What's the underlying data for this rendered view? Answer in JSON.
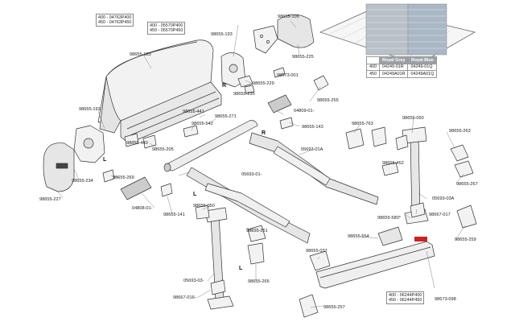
{
  "parts": {
    "l_98655_183": "98655-183",
    "l_98655_193a": "98655-193",
    "l_98655_106": "98655-106",
    "l_98655_225": "98655-225",
    "l_98655_229": "98655-229",
    "l_98673_001": "98673-001",
    "l_98655_235": "98655-235",
    "l_98655_255": "98655-255",
    "l_04809_01": "04809-01-",
    "l_98655_143": "98655-143",
    "l_98655_193b": "98655-193",
    "l_98655_441": "98655-441",
    "l_98655_271": "98655-271",
    "l_98655_542": "98655-542",
    "l_98655_440": "98655-440",
    "l_98655_205": "98655-205",
    "l_98655_234": "98655-234",
    "l_98655_227": "98655-227",
    "l_98655_269": "98655-269",
    "l_04808_01": "04808-01-",
    "l_98655_141": "98655-141",
    "l_05693_01": "05693-01-",
    "l_05693_01a": "05693-01A",
    "l_98655_763": "98655-763",
    "l_98655_050a": "98655-050",
    "l_98655_263": "98655-263",
    "l_98655_452": "98655-452",
    "l_98655_267": "98655-267",
    "l_05693_03a": "05693-03A",
    "l_98655_580": "98655-580*",
    "l_98667_017": "98667-017",
    "l_98655_050b": "98655-050",
    "l_98655_261": "98655-261",
    "l_98655_554": "98655-554",
    "l_98655_259": "98655-259",
    "l_98655_037": "98655-037",
    "l_05693_03": "05693-03-",
    "l_98655_265": "98655-265",
    "l_98667_016": "98667-016-",
    "l_98655_257": "98655-257",
    "l_98673_098": "98673-098"
  },
  "boxes": {
    "left_top": {
      "l1": "400 - 04763P400",
      "l2": "450 - 04763P450"
    },
    "center_top": {
      "l1": "400 - 05570P400",
      "l2": "450 - 05570P450"
    },
    "bottom_right": {
      "l1": "400 - 06244P400",
      "l2": "450 - 06244P450"
    }
  },
  "sides": {
    "r1": "R",
    "r2": "R",
    "l1": "L",
    "l2": "L",
    "l3": "L"
  },
  "fabric_table": {
    "headers": [
      "Royal Grey",
      "Royal Blue"
    ],
    "rows": [
      {
        "size": "400",
        "grey": "04249-01R",
        "blue": "04249-01Q"
      },
      {
        "size": "450",
        "grey": "04249A01R",
        "blue": "04249A01Q"
      }
    ]
  },
  "colors": {
    "line": "#333333",
    "fill": "#f2f2f2",
    "shade": "#d6d6d6",
    "dark": "#6a6a6a",
    "brand": "#cc2222"
  }
}
